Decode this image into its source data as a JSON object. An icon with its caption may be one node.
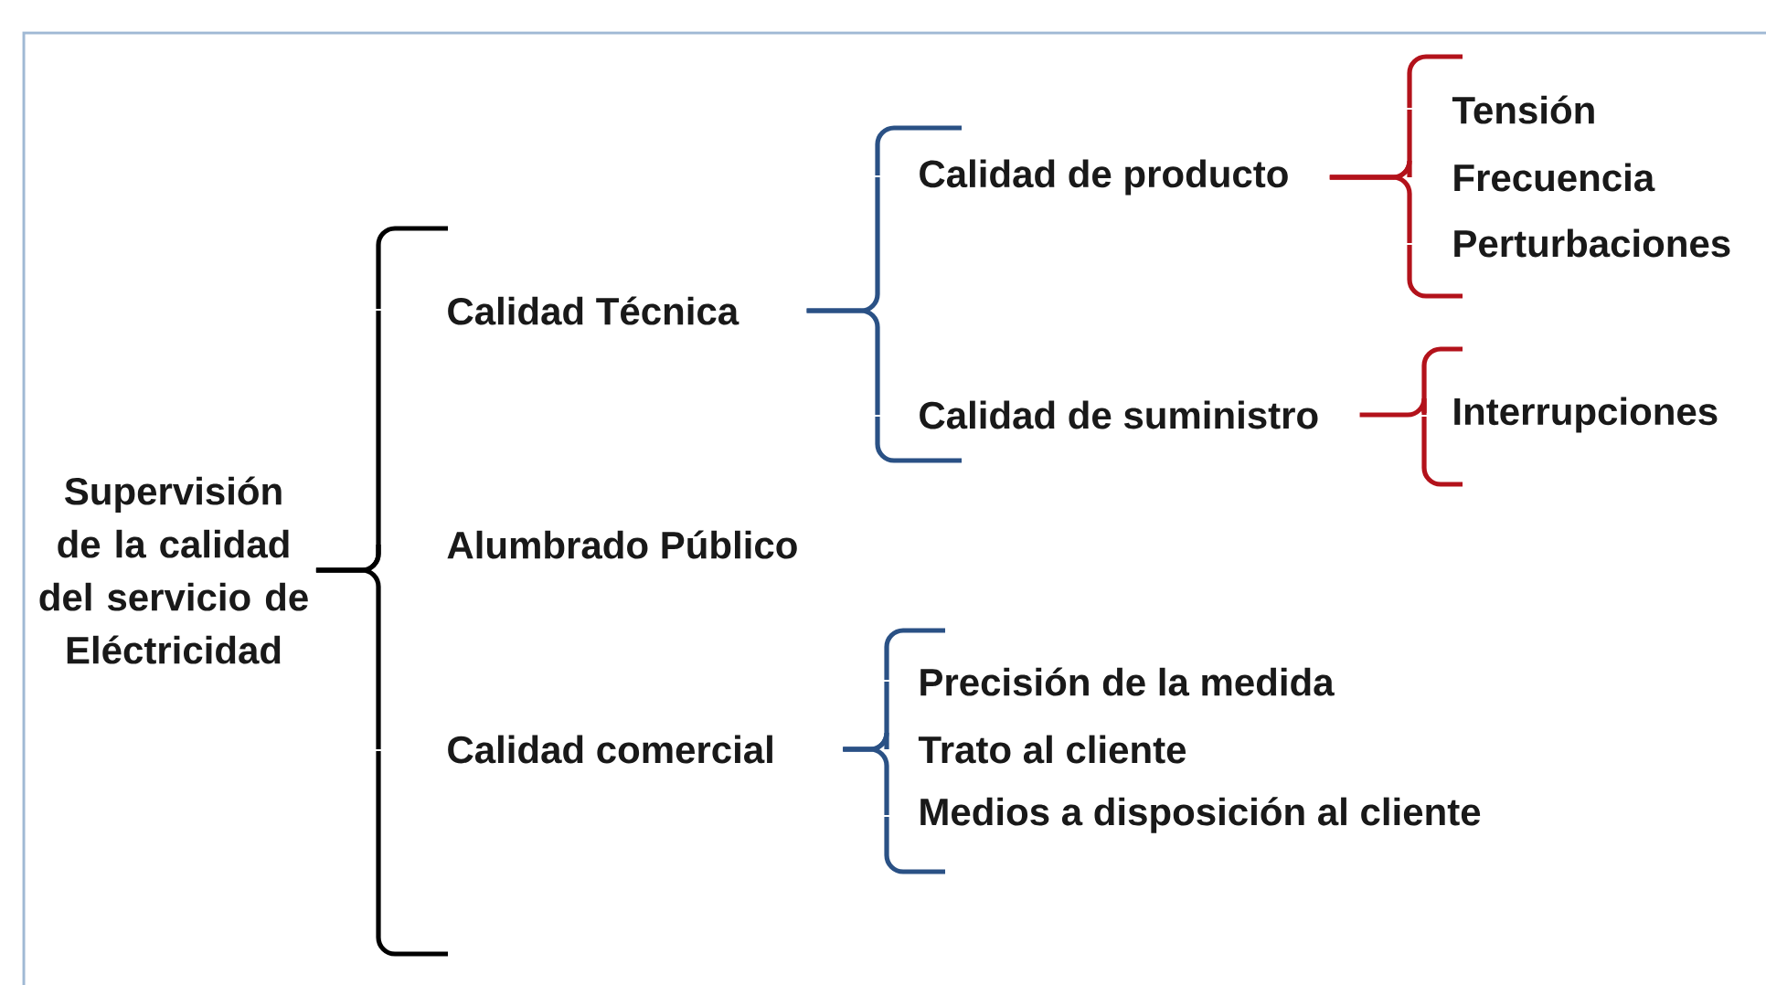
{
  "diagram": {
    "nodes": [
      {
        "text": [
          "Supervisión de la calidad del servicio de Eléctricidad"
        ]
      },
      {
        "text": [
          "Calidad Técnica"
        ]
      },
      {
        "text": [
          "Alumbrado Público"
        ]
      },
      {
        "text": [
          "Calidad comercial"
        ]
      },
      {
        "text": [
          "Calidad de producto"
        ]
      },
      {
        "text": [
          "Calidad de suministro"
        ]
      },
      {
        "text": [
          "Tensión"
        ]
      },
      {
        "text": [
          "Frecuencia"
        ]
      },
      {
        "text": [
          "Perturbaciones"
        ]
      },
      {
        "text": [
          "Interrupciones"
        ]
      },
      {
        "text": [
          "Precisión de la medida"
        ]
      },
      {
        "text": [
          "Trato al cliente"
        ]
      },
      {
        "text": [
          "Medios a disposición al cliente"
        ]
      }
    ],
    "edges": [
      {
        "from": 0,
        "to": 1,
        "arrow": "none",
        "color": "#000000"
      },
      {
        "from": 0,
        "to": 2,
        "arrow": "none",
        "color": "#000000"
      },
      {
        "from": 0,
        "to": 3,
        "arrow": "none",
        "color": "#000000"
      },
      {
        "from": 1,
        "to": 4,
        "arrow": "none",
        "color": "#2a5185"
      },
      {
        "from": 1,
        "to": 5,
        "arrow": "none",
        "color": "#2a5185"
      },
      {
        "from": 4,
        "to": 6,
        "arrow": "none",
        "color": "#b3121b"
      },
      {
        "from": 4,
        "to": 7,
        "arrow": "none",
        "color": "#b3121b"
      },
      {
        "from": 4,
        "to": 8,
        "arrow": "none",
        "color": "#b3121b"
      },
      {
        "from": 5,
        "to": 9,
        "arrow": "none",
        "color": "#b3121b"
      },
      {
        "from": 3,
        "to": 10,
        "arrow": "none",
        "color": "#2a5185"
      },
      {
        "from": 3,
        "to": 11,
        "arrow": "none",
        "color": "#2a5185"
      },
      {
        "from": 3,
        "to": 12,
        "arrow": "none",
        "color": "#2a5185"
      }
    ]
  }
}
